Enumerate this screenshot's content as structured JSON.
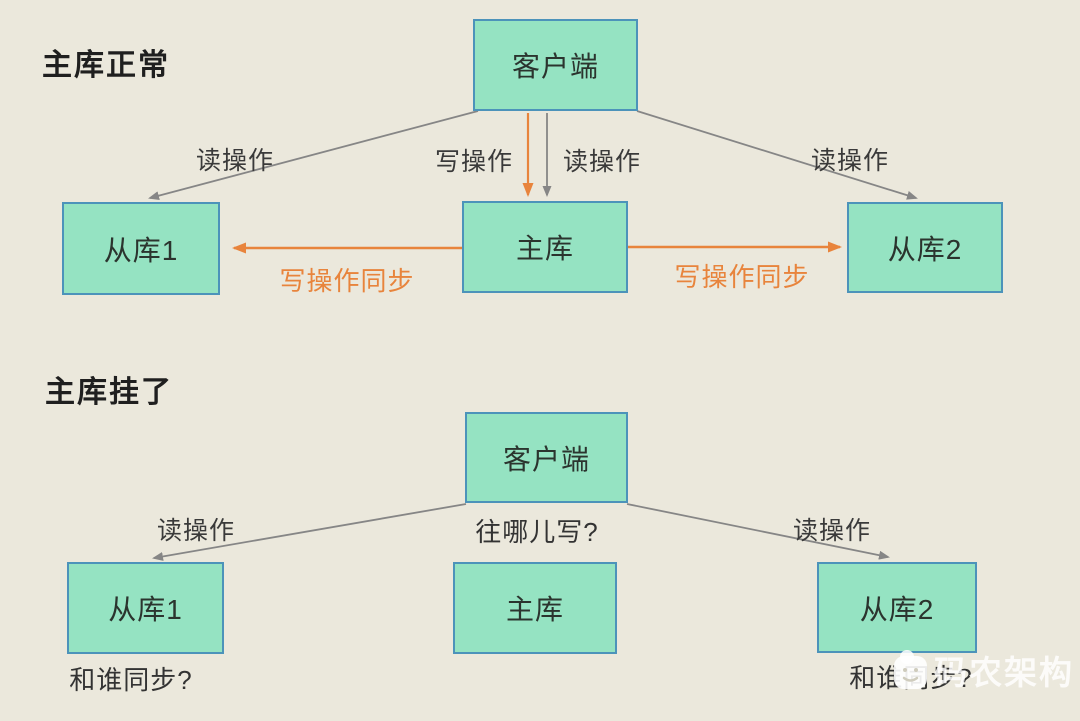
{
  "colors": {
    "background": "#ebe8dc",
    "node_fill": "#95e3c2",
    "node_border": "#4c93ba",
    "arrow_gray": "#868686",
    "arrow_orange": "#e8843c",
    "text_dark": "#2b2b2b",
    "watermark_white": "#ffffff"
  },
  "sections": {
    "normal": {
      "title": "主库正常",
      "nodes": {
        "client": "客户端",
        "slave1": "从库1",
        "master": "主库",
        "slave2": "从库2"
      },
      "edges": {
        "read_left": "读操作",
        "write_mid": "写操作",
        "read_mid": "读操作",
        "read_right": "读操作",
        "sync_left": "写操作同步",
        "sync_right": "写操作同步"
      }
    },
    "down": {
      "title": "主库挂了",
      "nodes": {
        "client": "客户端",
        "slave1": "从库1",
        "master": "主库",
        "slave2": "从库2"
      },
      "edges": {
        "read_left": "读操作",
        "write_question": "往哪儿写?",
        "read_right": "读操作"
      },
      "questions": {
        "slave1": "和谁同步?",
        "slave2": "和谁同步?"
      }
    }
  },
  "watermark": {
    "text": "码农架构"
  }
}
